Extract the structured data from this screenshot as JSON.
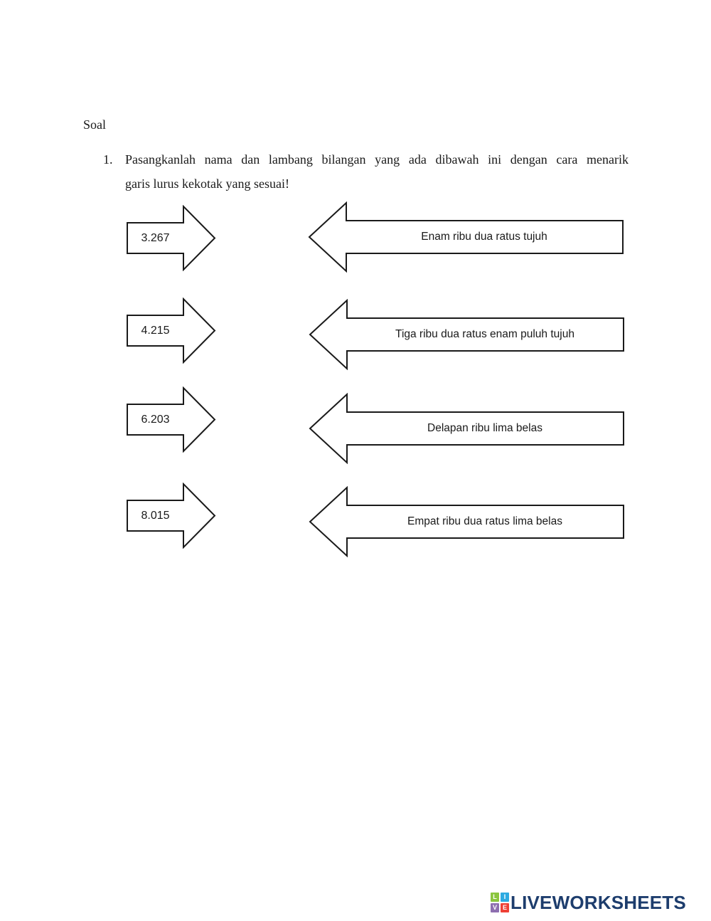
{
  "page": {
    "title": "Soal",
    "question": {
      "number": "1.",
      "line1": "Pasangkanlah nama dan lambang bilangan yang ada dibawah ini  dengan cara menarik",
      "line2": "garis lurus kekotak yang sesuai!"
    }
  },
  "matching": {
    "numbers": [
      "3.267",
      "4.215",
      "6.203",
      "8.015"
    ],
    "names": [
      "Enam ribu dua ratus tujuh",
      "Tiga ribu dua ratus enam puluh tujuh",
      "Delapan ribu lima belas",
      "Empat ribu dua ratus lima belas"
    ],
    "arrow_outline_color": "#1a1a1a",
    "arrow_fill_color": "#ffffff"
  },
  "footer": {
    "brand": "LIVEWORKSHEETS",
    "brand_color": "#1d3d6d",
    "logo_squares": [
      {
        "letter": "L",
        "color": "#8bc53f"
      },
      {
        "letter": "I",
        "color": "#2daae1"
      },
      {
        "letter": "V",
        "color": "#8e6fb0"
      },
      {
        "letter": "E",
        "color": "#ee4036"
      }
    ]
  }
}
